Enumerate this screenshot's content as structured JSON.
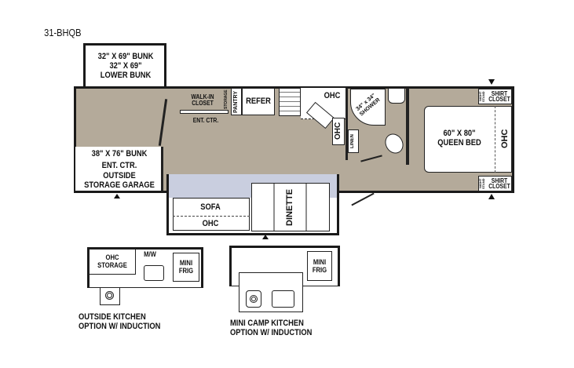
{
  "model": "31-BHQB",
  "rooms": {
    "upper_bunk": "32\" X 69\" BUNK\n32\" X 69\"\nLOWER BUNK",
    "rear_bunk": "38\" X 76\" BUNK",
    "rear_ent_ctr": "ENT. CTR.",
    "garage": "OUTSIDE\nSTORAGE GARAGE",
    "walk_in_closet": "WALK-IN\nCLOSET",
    "storage": "STORAGE",
    "ent_ctr": "ENT. CTR.",
    "pantry": "PANTRY",
    "refer": "REFER",
    "kitchen_ohc": "OHC",
    "kitchen_ohc_side": "OHC",
    "shower": "34\" x 34\"\nSHOWER",
    "linen": "LINEN",
    "bed": "60\" X 80\"\nQUEEN BED",
    "bed_ohc": "OHC",
    "night_stand": "NIGHT\nSTAND",
    "shirt_closet": "SHIRT\nCLOSET",
    "sofa": "SOFA",
    "sofa_ohc": "OHC",
    "dinette": "DINETTE"
  },
  "outside_kitchen": {
    "ohc_storage": "OHC\nSTORAGE",
    "mw": "M/W",
    "mini_frig": "MINI\nFRIG",
    "caption": "OUTSIDE KITCHEN\nOPTION W/ INDUCTION"
  },
  "camp_kitchen": {
    "mini_frig": "MINI\nFRIG",
    "caption": "MINI CAMP KITCHEN\nOPTION W/ INDUCTION"
  },
  "colors": {
    "floor": "#b4aa9a",
    "slide": "#c9cedf",
    "wall": "#1a1a1a"
  }
}
